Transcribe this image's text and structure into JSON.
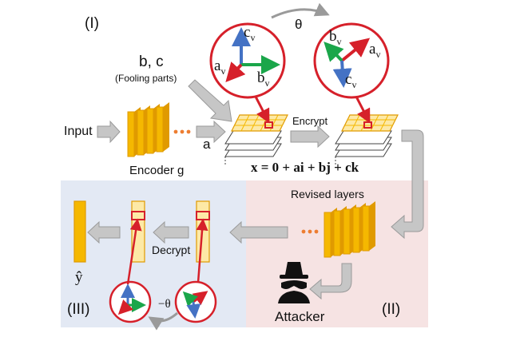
{
  "labels": {
    "panel_1": "(I)",
    "panel_2": "(II)",
    "panel_3": "(III)",
    "theta": "θ",
    "minus_theta": "−θ",
    "fooling_main": "b, c",
    "fooling_sub": "(Fooling parts)",
    "input": "Input",
    "a": "a",
    "encoder": "Encoder g",
    "encrypt": "Encrypt",
    "formula": "x = 0 + ai + bj + ck",
    "revised_layers": "Revised layers",
    "decrypt": "Decrypt",
    "y_hat": "ŷ",
    "attacker": "Attacker",
    "axis_c": "c",
    "axis_a": "a",
    "axis_b": "b",
    "axis_sub": "v"
  },
  "colors": {
    "red": "#d6202a",
    "blue": "#4472c4",
    "green": "#1aa64a",
    "gold": "#f5b800",
    "gold_dark": "#e09a00",
    "gold_light": "#fde9a6",
    "panel_blue": "#e3e9f4",
    "panel_pink": "#f6e3e3",
    "arrow_gray": "#c6c6c6",
    "arrow_edge": "#9a9a9a",
    "dots": "#ed7d31"
  }
}
